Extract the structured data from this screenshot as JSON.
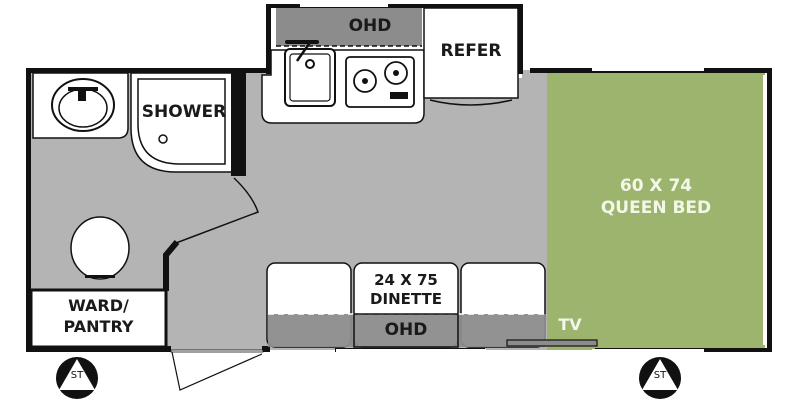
{
  "floorplan": {
    "colors": {
      "wall": "#111111",
      "floor": "#b4b4b4",
      "bed": "#9db46f",
      "fixture": "#ffffff",
      "ohd": "#8c8c8c"
    },
    "rooms": {
      "shower": "SHOWER",
      "ward_pantry": "WARD/\nPANTRY",
      "ward_line1": "WARD/",
      "ward_line2": "PANTRY",
      "refer": "REFER",
      "ohd_top": "OHD",
      "ohd_bottom": "OHD",
      "dinette_size": "24 X 75",
      "dinette_label": "DINETTE",
      "bed_size": "60 X 74",
      "bed_label": "QUEEN BED",
      "tv": "TV"
    },
    "stabilizers": [
      {
        "label": "ST"
      },
      {
        "label": "ST"
      }
    ]
  }
}
